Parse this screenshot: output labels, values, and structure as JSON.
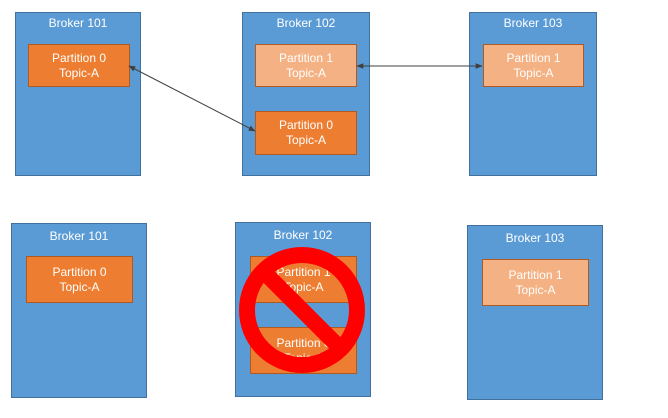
{
  "top_row": {
    "brokers": [
      {
        "title": "Broker 101",
        "partitions": [
          {
            "line1": "Partition 0",
            "line2": "Topic-A",
            "role": "leader"
          }
        ]
      },
      {
        "title": "Broker 102",
        "partitions": [
          {
            "line1": "Partition 1",
            "line2": "Topic-A",
            "role": "follower"
          },
          {
            "line1": "Partition 0",
            "line2": "Topic-A",
            "role": "leader"
          }
        ]
      },
      {
        "title": "Broker 103",
        "partitions": [
          {
            "line1": "Partition 1",
            "line2": "Topic-A",
            "role": "follower"
          }
        ]
      }
    ]
  },
  "bottom_row": {
    "brokers": [
      {
        "title": "Broker 101",
        "partitions": [
          {
            "line1": "Partition 0",
            "line2": "Topic-A",
            "role": "leader"
          }
        ]
      },
      {
        "title": "Broker 102",
        "status": "unavailable",
        "partitions": [
          {
            "line1": "Partition 1",
            "line2": "Topic-A",
            "role": "leader"
          },
          {
            "line1": "Partition 0",
            "line2": "Topic-A",
            "role": "leader"
          }
        ]
      },
      {
        "title": "Broker 103",
        "partitions": [
          {
            "line1": "Partition 1",
            "line2": "Topic-A",
            "role": "follower"
          }
        ]
      }
    ]
  },
  "icons": {
    "failed_broker": "prohibited-icon",
    "replication": "double-arrow-icon"
  },
  "colors": {
    "broker_fill": "#5B9BD5",
    "broker_border": "#41719C",
    "leader_fill": "#ED7D31",
    "follower_fill": "#F4B183",
    "partition_border": "#AE5A21",
    "prohibited_red": "#FF0000",
    "arrow": "#404040"
  }
}
